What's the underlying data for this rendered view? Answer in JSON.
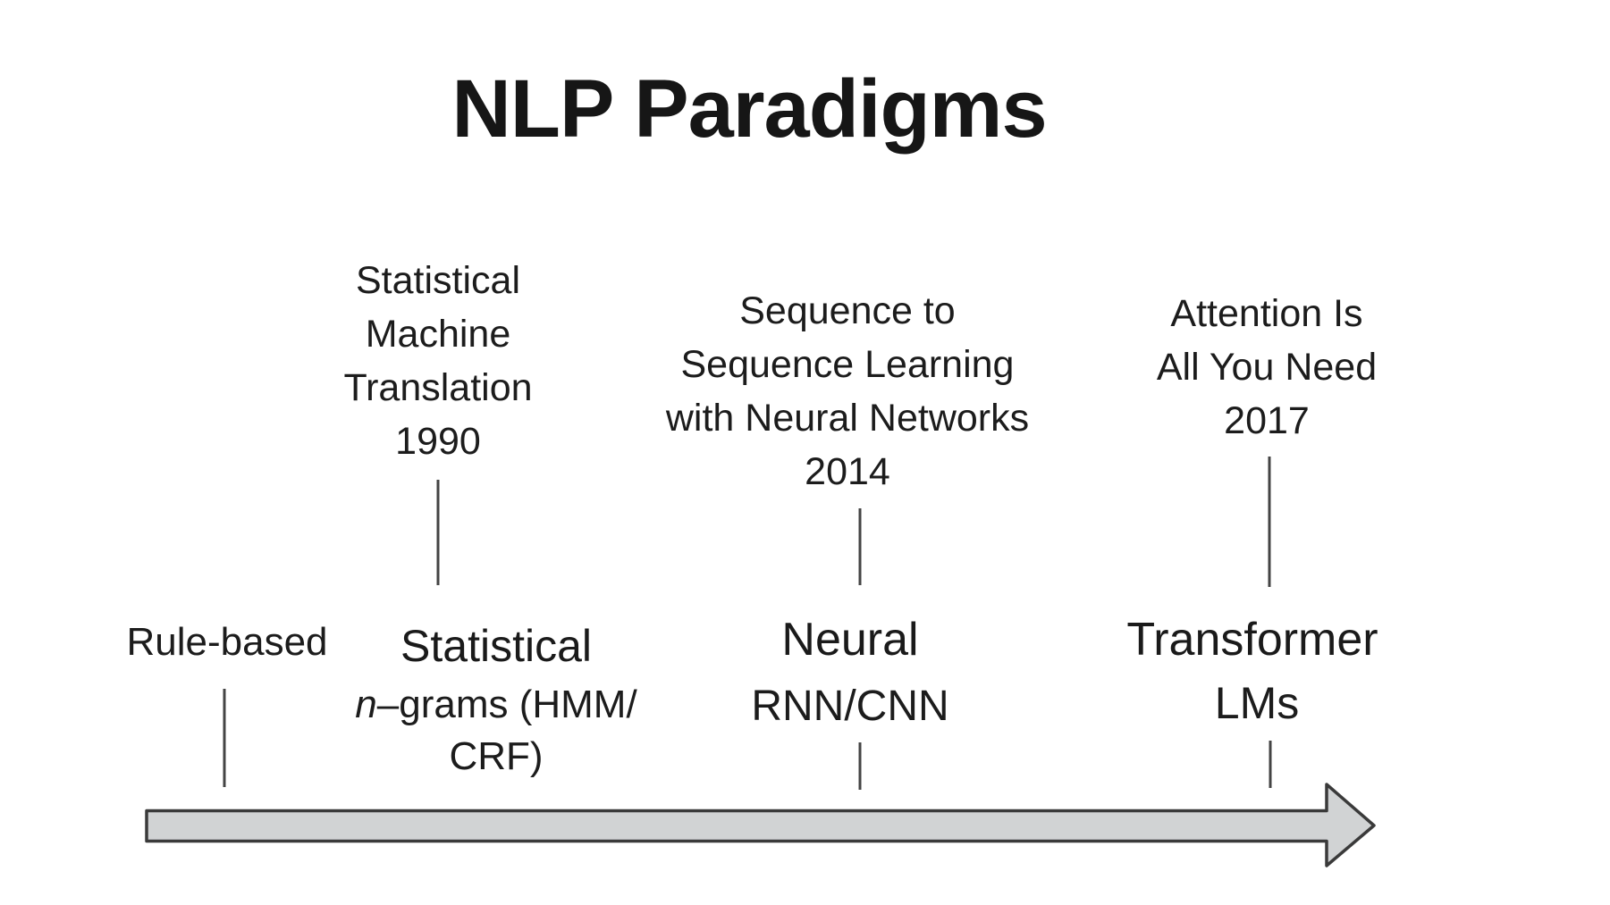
{
  "title": "NLP Paradigms",
  "milestones": [
    {
      "lines": [
        "Statistical",
        "Machine",
        "Translation",
        "1990"
      ],
      "paper": "Statistical Machine Translation",
      "year": "1990"
    },
    {
      "lines": [
        "Sequence to",
        "Sequence Learning",
        "with Neural Networks",
        "2014"
      ],
      "paper": "Sequence to Sequence Learning with Neural Networks",
      "year": "2014"
    },
    {
      "lines": [
        "Attention Is",
        "All You Need",
        "2017"
      ],
      "paper": "Attention Is All You Need",
      "year": "2017"
    }
  ],
  "paradigms": [
    {
      "name": "Rule-based",
      "detail_lines": []
    },
    {
      "name": "Statistical",
      "detail_italic_prefix": "n",
      "detail_lines": [
        "–grams (HMM/",
        "CRF)"
      ]
    },
    {
      "name": "Neural",
      "detail_lines": [
        "RNN/CNN"
      ]
    },
    {
      "name": "Transformer",
      "detail_lines": [
        "LMs"
      ]
    }
  ],
  "timeline": {
    "direction": "left-to-right",
    "arrow_fill": "#d1d3d4",
    "arrow_stroke": "#3a3a3a",
    "tick_color": "#444444"
  }
}
